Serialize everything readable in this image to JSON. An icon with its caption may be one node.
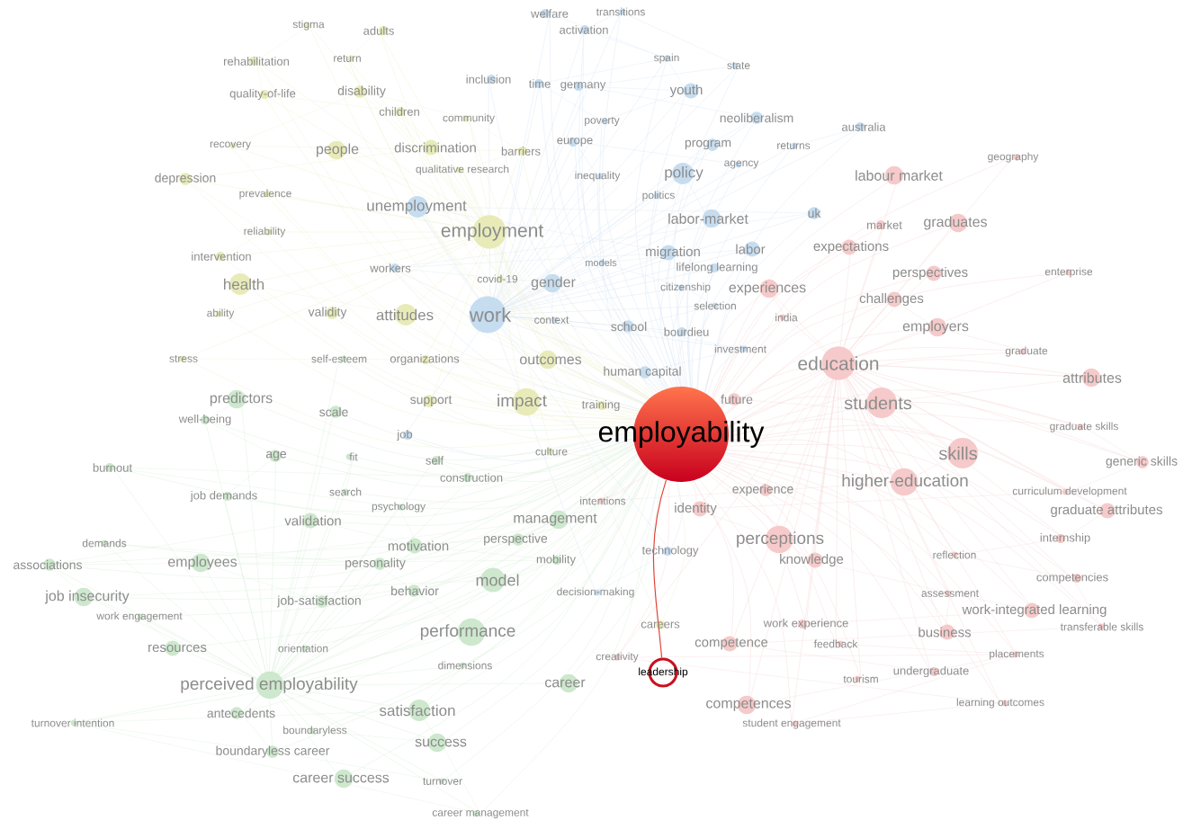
{
  "diagram": {
    "nodes": [
      {
        "text": [
          "employability"
        ]
      },
      {
        "text": [
          "leadership"
        ]
      }
    ],
    "edges": [
      {
        "from": 0,
        "to": 1,
        "arrow": "none",
        "color": "#e0453a"
      }
    ],
    "labels": [
      "welfare",
      "transitions",
      "stigma",
      "adults",
      "activation",
      "rehabilitation",
      "return",
      "spain",
      "state",
      "inclusion",
      "time",
      "germany",
      "quality-of-life",
      "disability",
      "youth",
      "children",
      "community",
      "poverty",
      "neoliberalism",
      "australia",
      "recovery",
      "people",
      "discrimination",
      "barriers",
      "europe",
      "program",
      "returns",
      "agency",
      "geography",
      "depression",
      "qualitative research",
      "inequality",
      "policy",
      "labour market",
      "prevalence",
      "politics",
      "reliability",
      "unemployment",
      "employment",
      "labor-market",
      "uk",
      "market",
      "graduates",
      "intervention",
      "migration",
      "labor",
      "expectations",
      "workers",
      "models",
      "lifelong learning",
      "perspectives",
      "enterprise",
      "health",
      "covid-19",
      "gender",
      "citizenship",
      "experiences",
      "ability",
      "validity",
      "attitudes",
      "work",
      "context",
      "selection",
      "india",
      "challenges",
      "school",
      "bourdieu",
      "employers",
      "stress",
      "self-esteem",
      "organizations",
      "outcomes",
      "investment",
      "education",
      "graduate",
      "human capital",
      "attributes",
      "predictors",
      "scale",
      "support",
      "impact",
      "training",
      "future",
      "students",
      "well-being",
      "graduate skills",
      "job",
      "age",
      "fit",
      "self",
      "culture",
      "skills",
      "generic skills",
      "burnout",
      "job demands",
      "search",
      "construction",
      "experience",
      "higher-education",
      "curriculum development",
      "psychology",
      "intentions",
      "identity",
      "graduate attributes",
      "validation",
      "management",
      "demands",
      "motivation",
      "perspective",
      "perceptions",
      "internship",
      "associations",
      "employees",
      "personality",
      "mobility",
      "technology",
      "knowledge",
      "reflection",
      "job insecurity",
      "job-satisfaction",
      "behavior",
      "model",
      "decision-making",
      "assessment",
      "competencies",
      "work engagement",
      "work-integrated learning",
      "performance",
      "careers",
      "work experience",
      "business",
      "transferable skills",
      "resources",
      "orientation",
      "competence",
      "feedback",
      "perceived employability",
      "dimensions",
      "career",
      "creativity",
      "tourism",
      "undergraduate",
      "placements",
      "antecedents",
      "satisfaction",
      "competences",
      "learning outcomes",
      "turnover intention",
      "boundaryless",
      "student engagement",
      "boundaryless career",
      "success",
      "career success",
      "turnover",
      "career management"
    ]
  }
}
